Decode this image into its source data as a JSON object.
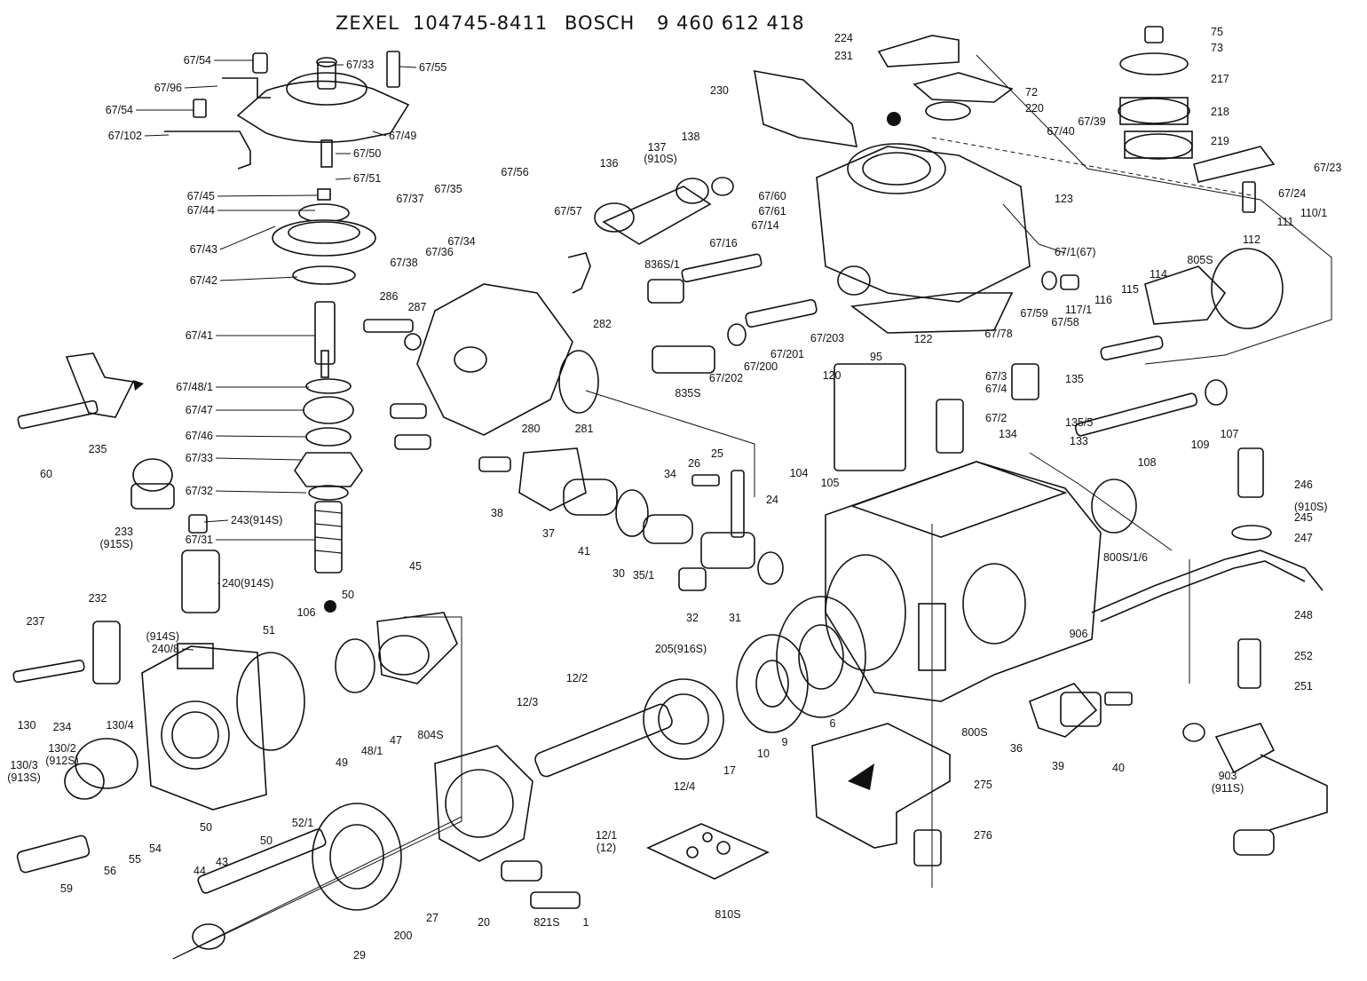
{
  "header": {
    "make1": "ZEXEL",
    "pn1": "104745-8411",
    "make2": "BOSCH",
    "pn2": "9 460 612 418"
  },
  "labels": [
    {
      "id": "l1",
      "text": "67/54"
    },
    {
      "id": "l2",
      "text": "67/33"
    },
    {
      "id": "l3",
      "text": "67/55"
    },
    {
      "id": "l4",
      "text": "67/96"
    },
    {
      "id": "l5",
      "text": "67/54"
    },
    {
      "id": "l6",
      "text": "67/102"
    },
    {
      "id": "l7",
      "text": "67/49"
    },
    {
      "id": "l8",
      "text": "67/50"
    },
    {
      "id": "l9",
      "text": "67/51"
    },
    {
      "id": "l10",
      "text": "67/45"
    },
    {
      "id": "l11",
      "text": "67/44"
    },
    {
      "id": "l12",
      "text": "67/43"
    },
    {
      "id": "l13",
      "text": "67/42"
    },
    {
      "id": "l14",
      "text": "67/41"
    },
    {
      "id": "l15",
      "text": "67/48/1"
    },
    {
      "id": "l16",
      "text": "67/47"
    },
    {
      "id": "l17",
      "text": "67/46"
    },
    {
      "id": "l18",
      "text": "67/33"
    },
    {
      "id": "l19",
      "text": "67/32"
    },
    {
      "id": "l20",
      "text": "67/31"
    },
    {
      "id": "l21",
      "text": "60"
    },
    {
      "id": "l22",
      "text": "235"
    },
    {
      "id": "l23",
      "text": "233"
    },
    {
      "id": "l24",
      "text": "(915S)"
    },
    {
      "id": "l25",
      "text": "243(914S)"
    },
    {
      "id": "l26",
      "text": "240(914S)"
    },
    {
      "id": "l27",
      "text": "(914S)"
    },
    {
      "id": "l28",
      "text": "240/8"
    },
    {
      "id": "l29",
      "text": "237"
    },
    {
      "id": "l30",
      "text": "232"
    },
    {
      "id": "l31",
      "text": "234"
    },
    {
      "id": "l32",
      "text": "130"
    },
    {
      "id": "l33",
      "text": "130/4"
    },
    {
      "id": "l34",
      "text": "130/2"
    },
    {
      "id": "l35",
      "text": "(912S)"
    },
    {
      "id": "l36",
      "text": "130/3"
    },
    {
      "id": "l37",
      "text": "(913S)"
    },
    {
      "id": "l38",
      "text": "59"
    },
    {
      "id": "l39",
      "text": "56"
    },
    {
      "id": "l40",
      "text": "55"
    },
    {
      "id": "l41",
      "text": "54"
    },
    {
      "id": "l42",
      "text": "50"
    },
    {
      "id": "l43",
      "text": "51"
    },
    {
      "id": "l44",
      "text": "106"
    },
    {
      "id": "l45",
      "text": "50"
    },
    {
      "id": "l46",
      "text": "45"
    },
    {
      "id": "l47",
      "text": "49"
    },
    {
      "id": "l48",
      "text": "48/1"
    },
    {
      "id": "l49",
      "text": "47"
    },
    {
      "id": "l50",
      "text": "804S"
    },
    {
      "id": "l51",
      "text": "67/37"
    },
    {
      "id": "l52",
      "text": "67/35"
    },
    {
      "id": "l53",
      "text": "67/56"
    },
    {
      "id": "l54",
      "text": "67/57"
    },
    {
      "id": "l55",
      "text": "67/38"
    },
    {
      "id": "l56",
      "text": "67/36"
    },
    {
      "id": "l57",
      "text": "67/34"
    },
    {
      "id": "l58",
      "text": "286"
    },
    {
      "id": "l59",
      "text": "287"
    },
    {
      "id": "l60",
      "text": "282"
    },
    {
      "id": "l61",
      "text": "280"
    },
    {
      "id": "l62",
      "text": "281"
    },
    {
      "id": "l63",
      "text": "38"
    },
    {
      "id": "l64",
      "text": "37"
    },
    {
      "id": "l65",
      "text": "41"
    },
    {
      "id": "l66",
      "text": "30"
    },
    {
      "id": "l67",
      "text": "35/1"
    },
    {
      "id": "l68",
      "text": "34"
    },
    {
      "id": "l69",
      "text": "26"
    },
    {
      "id": "l70",
      "text": "25"
    },
    {
      "id": "l71",
      "text": "24"
    },
    {
      "id": "l72",
      "text": "32"
    },
    {
      "id": "l73",
      "text": "31"
    },
    {
      "id": "l74",
      "text": "136"
    },
    {
      "id": "l75",
      "text": "137"
    },
    {
      "id": "l76",
      "text": "(910S)"
    },
    {
      "id": "l77",
      "text": "138"
    },
    {
      "id": "l78",
      "text": "836S/1"
    },
    {
      "id": "l79",
      "text": "67/16"
    },
    {
      "id": "l80",
      "text": "67/14"
    },
    {
      "id": "l81",
      "text": "835S"
    },
    {
      "id": "l82",
      "text": "67/202"
    },
    {
      "id": "l83",
      "text": "67/200"
    },
    {
      "id": "l84",
      "text": "67/201"
    },
    {
      "id": "l85",
      "text": "67/203"
    },
    {
      "id": "l86",
      "text": "122"
    },
    {
      "id": "l87",
      "text": "224"
    },
    {
      "id": "l88",
      "text": "231"
    },
    {
      "id": "l89",
      "text": "230"
    },
    {
      "id": "l90",
      "text": "72"
    },
    {
      "id": "l91",
      "text": "220"
    },
    {
      "id": "l92",
      "text": "67/60"
    },
    {
      "id": "l93",
      "text": "67/61"
    },
    {
      "id": "l94",
      "text": "123"
    },
    {
      "id": "l95",
      "text": "67/1(67)"
    },
    {
      "id": "l96",
      "text": "67/78"
    },
    {
      "id": "l97",
      "text": "67/59"
    },
    {
      "id": "l98",
      "text": "67/40"
    },
    {
      "id": "l99",
      "text": "67/39"
    },
    {
      "id": "l100",
      "text": "75"
    },
    {
      "id": "l101",
      "text": "73"
    },
    {
      "id": "l102",
      "text": "217"
    },
    {
      "id": "l103",
      "text": "218"
    },
    {
      "id": "l104",
      "text": "219"
    },
    {
      "id": "l105",
      "text": "67/23"
    },
    {
      "id": "l106",
      "text": "67/24"
    },
    {
      "id": "l107",
      "text": "112"
    },
    {
      "id": "l108",
      "text": "111"
    },
    {
      "id": "l109",
      "text": "110/1"
    },
    {
      "id": "l110",
      "text": "805S"
    },
    {
      "id": "l111",
      "text": "114"
    },
    {
      "id": "l112",
      "text": "115"
    },
    {
      "id": "l113",
      "text": "116"
    },
    {
      "id": "l114",
      "text": "117/1"
    },
    {
      "id": "l115",
      "text": "67/58"
    },
    {
      "id": "l116",
      "text": "95"
    },
    {
      "id": "l117",
      "text": "120"
    },
    {
      "id": "l118",
      "text": "67/3"
    },
    {
      "id": "l119",
      "text": "67/4"
    },
    {
      "id": "l120",
      "text": "135"
    },
    {
      "id": "l121",
      "text": "67/2"
    },
    {
      "id": "l122",
      "text": "135/5"
    },
    {
      "id": "l123",
      "text": "134"
    },
    {
      "id": "l124",
      "text": "133"
    },
    {
      "id": "l125",
      "text": "109"
    },
    {
      "id": "l126",
      "text": "107"
    },
    {
      "id": "l127",
      "text": "108"
    },
    {
      "id": "l128",
      "text": "104"
    },
    {
      "id": "l129",
      "text": "105"
    },
    {
      "id": "l130",
      "text": "246"
    },
    {
      "id": "l131",
      "text": "(910S)"
    },
    {
      "id": "l132",
      "text": "245"
    },
    {
      "id": "l133",
      "text": "247"
    },
    {
      "id": "l134",
      "text": "800S/1/6"
    },
    {
      "id": "l135",
      "text": "248"
    },
    {
      "id": "l136",
      "text": "252"
    },
    {
      "id": "l137",
      "text": "251"
    },
    {
      "id": "l138",
      "text": "906"
    },
    {
      "id": "l139",
      "text": "205(916S)"
    },
    {
      "id": "l140",
      "text": "12/2"
    },
    {
      "id": "l141",
      "text": "12/3"
    },
    {
      "id": "l142",
      "text": "6"
    },
    {
      "id": "l143",
      "text": "10"
    },
    {
      "id": "l144",
      "text": "9"
    },
    {
      "id": "l145",
      "text": "17"
    },
    {
      "id": "l146",
      "text": "12/4"
    },
    {
      "id": "l147",
      "text": "12/1"
    },
    {
      "id": "l148",
      "text": "(12)"
    },
    {
      "id": "l149",
      "text": "800S"
    },
    {
      "id": "l150",
      "text": "36"
    },
    {
      "id": "l151",
      "text": "39"
    },
    {
      "id": "l152",
      "text": "40"
    },
    {
      "id": "l153",
      "text": "903"
    },
    {
      "id": "l154",
      "text": "(911S)"
    },
    {
      "id": "l155",
      "text": "275"
    },
    {
      "id": "l156",
      "text": "276"
    },
    {
      "id": "l157",
      "text": "810S"
    },
    {
      "id": "l158",
      "text": "44"
    },
    {
      "id": "l159",
      "text": "43"
    },
    {
      "id": "l160",
      "text": "50"
    },
    {
      "id": "l161",
      "text": "52/1"
    },
    {
      "id": "l162",
      "text": "29"
    },
    {
      "id": "l163",
      "text": "200"
    },
    {
      "id": "l164",
      "text": "27"
    },
    {
      "id": "l165",
      "text": "20"
    },
    {
      "id": "l166",
      "text": "821S"
    },
    {
      "id": "l167",
      "text": "1"
    }
  ]
}
